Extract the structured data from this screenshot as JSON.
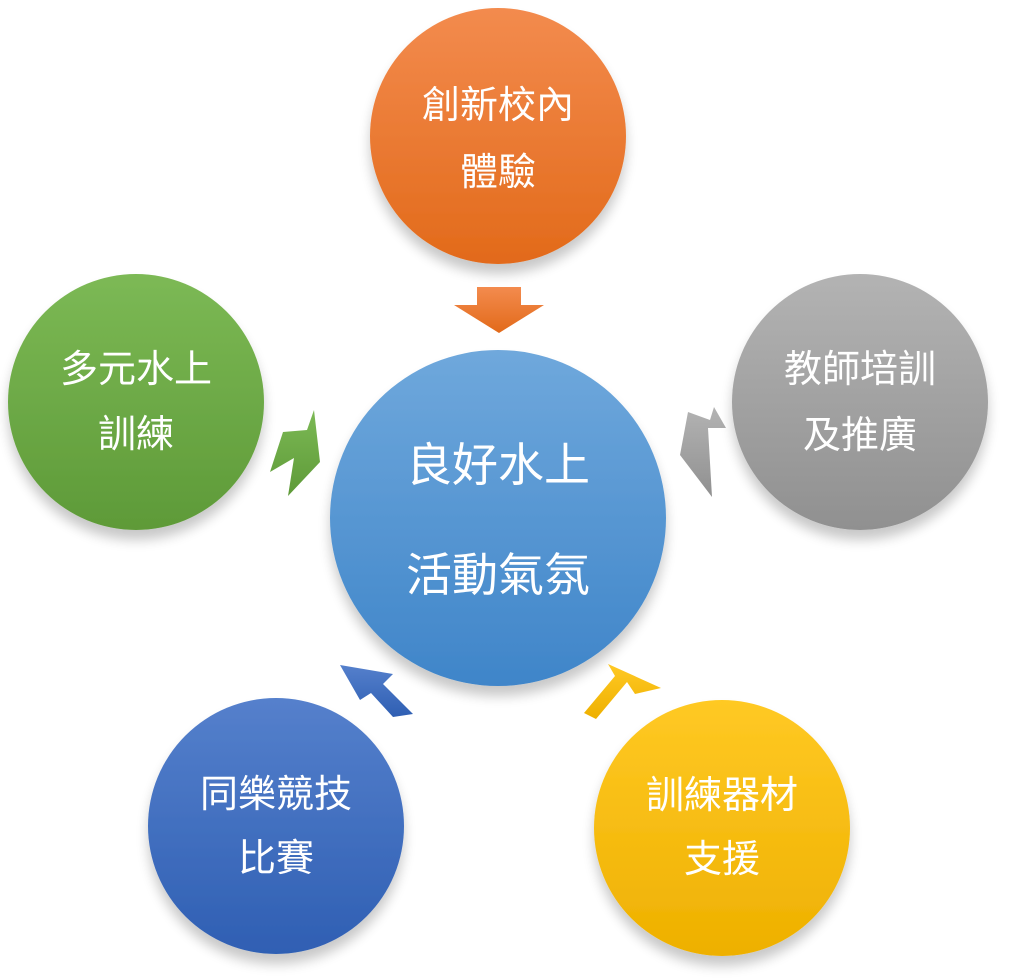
{
  "colors": {
    "center": "#5b9bd5",
    "top": "#ed7d31",
    "right": "#a5a5a5",
    "bottom_right": "#ffc000",
    "bottom_left": "#4472c4",
    "left": "#70ad47"
  },
  "center": {
    "line1": "良好水上",
    "line2": "活動氣氛"
  },
  "nodes": {
    "top": {
      "line1": "創新校內",
      "line2": "體驗"
    },
    "right": {
      "line1": "教師培訓",
      "line2": "及推廣"
    },
    "bottom_right": {
      "line1": "訓練器材",
      "line2": "支援"
    },
    "bottom_left": {
      "line1": "同樂競技",
      "line2": "比賽"
    },
    "left": {
      "line1": "多元水上",
      "line2": "訓練"
    }
  }
}
